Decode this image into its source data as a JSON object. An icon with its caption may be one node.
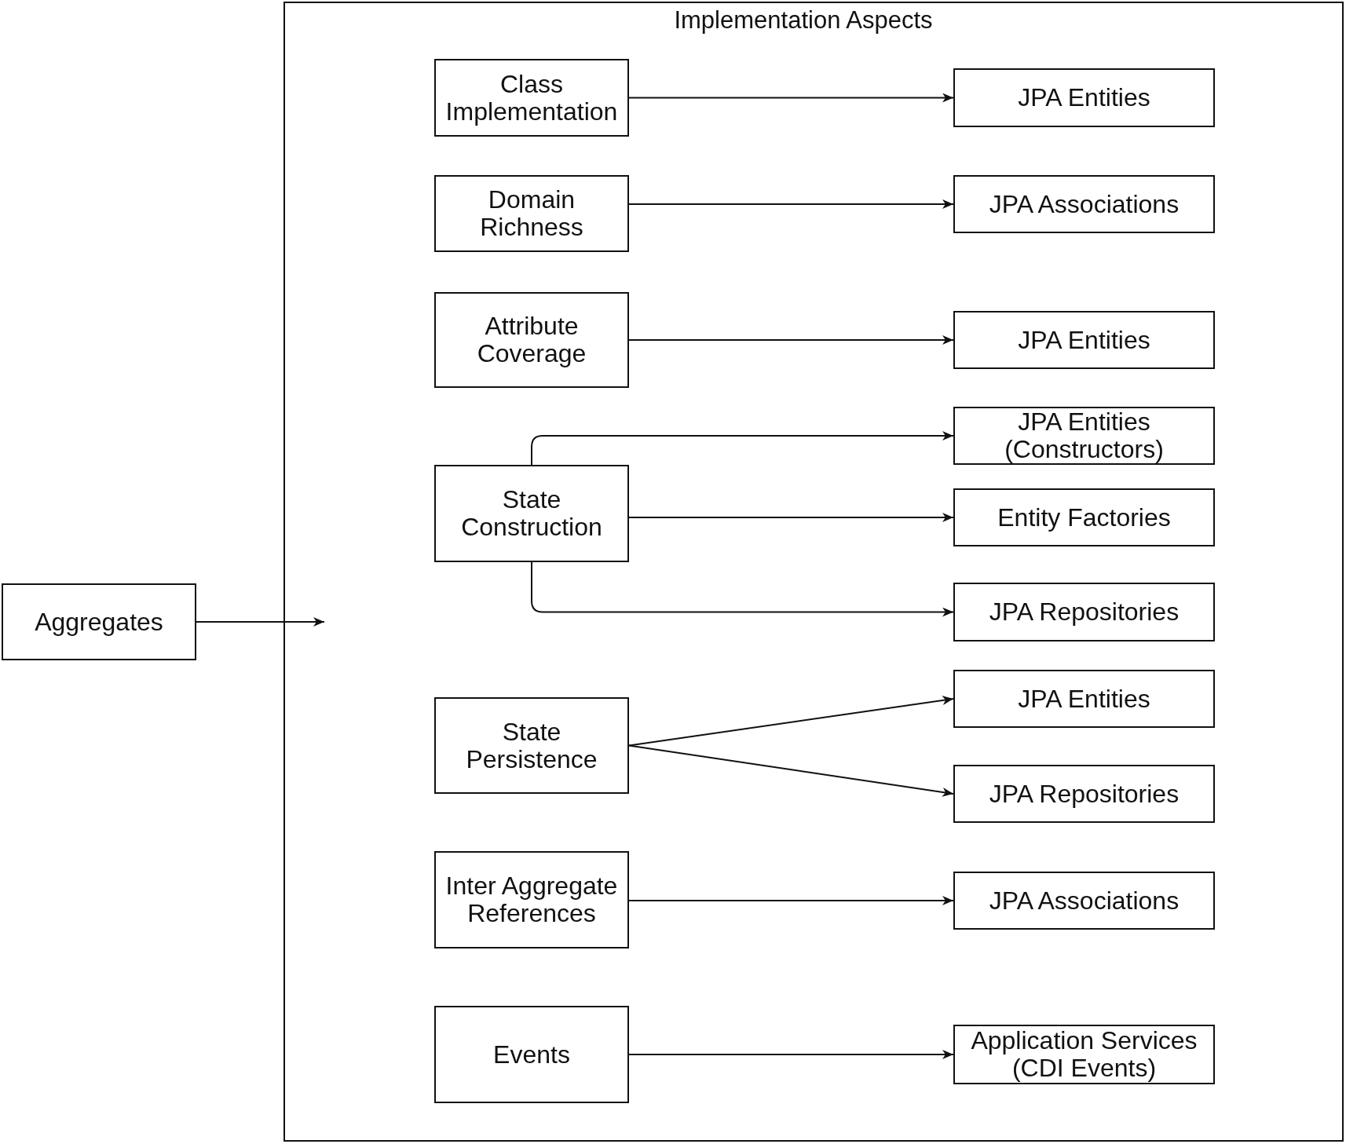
{
  "diagram": {
    "nodes": [
      {
        "text": [
          "Aggregates"
        ]
      },
      {
        "text": [
          "Implementation Aspects"
        ]
      },
      {
        "text": [
          "Class Implementation"
        ],
        "in": 1
      },
      {
        "text": [
          "JPA Entities"
        ],
        "in": 1
      },
      {
        "text": [
          "Domain Richness"
        ],
        "in": 1
      },
      {
        "text": [
          "JPA Associations"
        ],
        "in": 1
      },
      {
        "text": [
          "Attribute Coverage"
        ],
        "in": 1
      },
      {
        "text": [
          "JPA Entities"
        ],
        "in": 1
      },
      {
        "text": [
          "State Construction"
        ],
        "in": 1
      },
      {
        "text": [
          "JPA Entities (Constructors)"
        ],
        "in": 1
      },
      {
        "text": [
          "Entity Factories"
        ],
        "in": 1
      },
      {
        "text": [
          "JPA Repositories"
        ],
        "in": 1
      },
      {
        "text": [
          "State Persistence"
        ],
        "in": 1
      },
      {
        "text": [
          "JPA Entities"
        ],
        "in": 1
      },
      {
        "text": [
          "JPA Repositories"
        ],
        "in": 1
      },
      {
        "text": [
          "Inter Aggregate References"
        ],
        "in": 1
      },
      {
        "text": [
          "JPA Associations"
        ],
        "in": 1
      },
      {
        "text": [
          "Events"
        ],
        "in": 1
      },
      {
        "text": [
          "Application Services (CDI Events)"
        ],
        "in": 1
      }
    ],
    "edges": [
      {
        "from": 0,
        "to": 1,
        "arrow": "to"
      },
      {
        "from": 2,
        "to": 3,
        "arrow": "to"
      },
      {
        "from": 4,
        "to": 5,
        "arrow": "to"
      },
      {
        "from": 6,
        "to": 7,
        "arrow": "to"
      },
      {
        "from": 8,
        "to": 9,
        "arrow": "to"
      },
      {
        "from": 8,
        "to": 10,
        "arrow": "to"
      },
      {
        "from": 8,
        "to": 11,
        "arrow": "to"
      },
      {
        "from": 12,
        "to": 13,
        "arrow": "to"
      },
      {
        "from": 12,
        "to": 14,
        "arrow": "to"
      },
      {
        "from": 15,
        "to": 16,
        "arrow": "to"
      },
      {
        "from": 17,
        "to": 18,
        "arrow": "to"
      }
    ]
  }
}
